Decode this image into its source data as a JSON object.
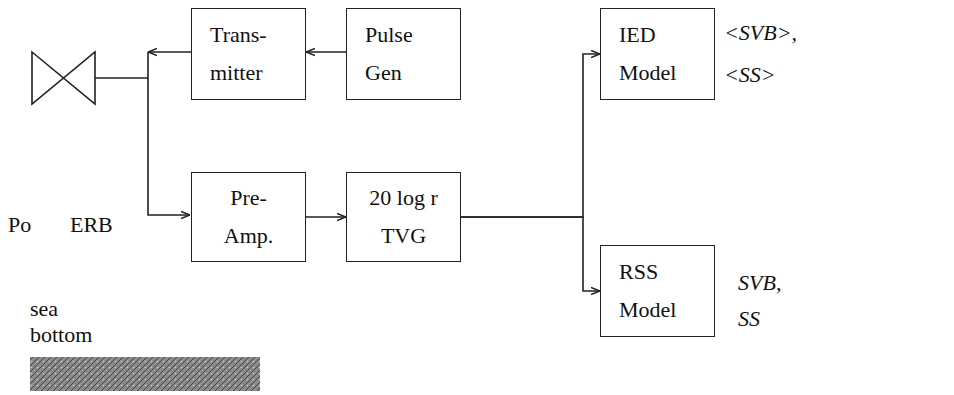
{
  "diagram": {
    "nodes": [
      {
        "text": [
          "Trans- mitter"
        ]
      },
      {
        "text": [
          "Pulse Gen"
        ]
      },
      {
        "text": [
          "Pre- Amp."
        ]
      },
      {
        "text": [
          "20 log r TVG"
        ]
      },
      {
        "text": [
          "IED Model"
        ]
      },
      {
        "text": [
          "RSS Model"
        ]
      }
    ],
    "edges": [
      {
        "from": 1,
        "to": 0,
        "arrow": "to"
      },
      {
        "from": 2,
        "to": 3,
        "arrow": "to"
      },
      {
        "from": 3,
        "to": 4,
        "arrow": "to"
      },
      {
        "from": 3,
        "to": 5,
        "arrow": "to"
      }
    ],
    "labels": [
      "Po",
      "ERB",
      "sea bottom",
      "<SVB>,",
      "<SS>",
      "SVB,",
      "SS"
    ]
  }
}
